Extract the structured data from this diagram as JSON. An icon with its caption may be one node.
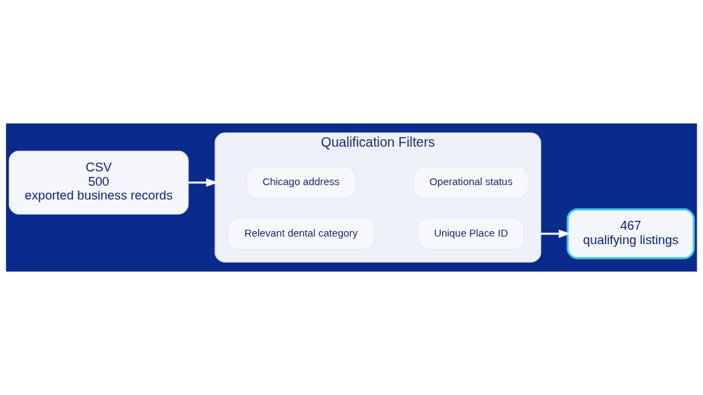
{
  "diagram": {
    "nodes": [
      {
        "text": [
          "CSV",
          "500",
          "exported business records"
        ]
      },
      {
        "text": [
          "Qualification Filters"
        ]
      },
      {
        "text": [
          "Chicago address"
        ],
        "in": 1
      },
      {
        "text": [
          "Operational status"
        ],
        "in": 1
      },
      {
        "text": [
          "Relevant dental category"
        ],
        "in": 1
      },
      {
        "text": [
          "Unique Place ID"
        ],
        "in": 1
      },
      {
        "text": [
          "467",
          "qualifying listings"
        ]
      }
    ],
    "edges": [
      {
        "from": 0,
        "to": 1,
        "arrow": "to"
      },
      {
        "from": 1,
        "to": 6,
        "arrow": "to"
      }
    ]
  }
}
